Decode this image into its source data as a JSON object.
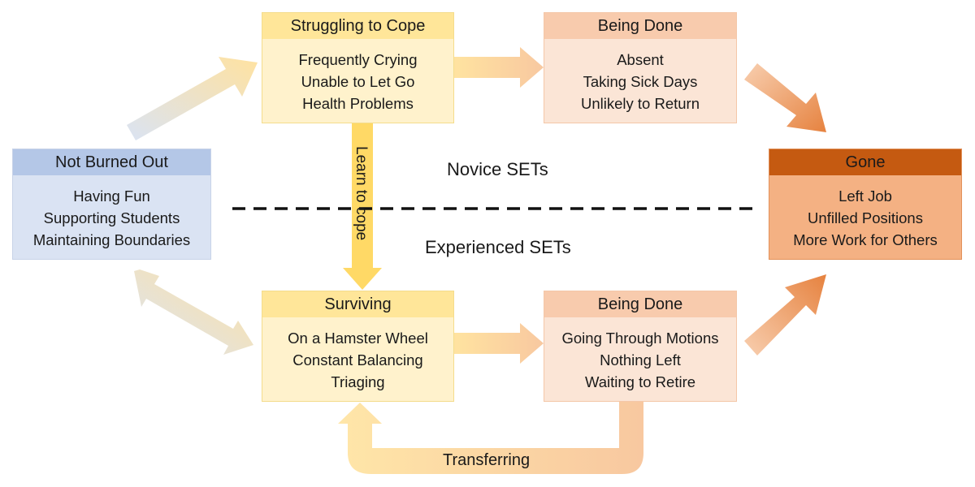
{
  "boxes": {
    "not_burned_out": {
      "title": "Not Burned Out",
      "lines": [
        "Having Fun",
        "Supporting Students",
        "Maintaining Boundaries"
      ]
    },
    "struggling": {
      "title": "Struggling to Cope",
      "lines": [
        "Frequently Crying",
        "Unable to Let Go",
        "Health Problems"
      ]
    },
    "being_done_top": {
      "title": "Being Done",
      "lines": [
        "Absent",
        "Taking Sick Days",
        "Unlikely to Return"
      ]
    },
    "gone": {
      "title": "Gone",
      "lines": [
        "Left Job",
        "Unfilled Positions",
        "More Work for Others"
      ]
    },
    "surviving": {
      "title": "Surviving",
      "lines": [
        "On a Hamster Wheel",
        "Constant Balancing",
        "Triaging"
      ]
    },
    "being_done_bottom": {
      "title": "Being Done",
      "lines": [
        "Going Through Motions",
        "Nothing Left",
        "Waiting to Retire"
      ]
    }
  },
  "labels": {
    "novice": "Novice SETs",
    "experienced": "Experienced SETs",
    "learn_to_cope": "Learn to cope",
    "transferring": "Transferring"
  },
  "colors": {
    "blue_header": "#b4c7e7",
    "yellow_header": "#ffe699",
    "peach_header": "#f8cbad",
    "gone_header": "#c55a11",
    "gone_body": "#f4b183"
  }
}
